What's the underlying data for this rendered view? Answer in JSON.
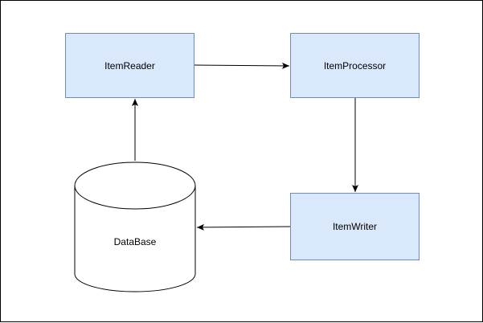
{
  "diagram": {
    "nodes": {
      "item_reader": "ItemReader",
      "item_processor": "ItemProcessor",
      "item_writer": "ItemWriter",
      "database": "DataBase"
    },
    "edges": [
      {
        "from": "item_reader",
        "to": "item_processor"
      },
      {
        "from": "item_processor",
        "to": "item_writer"
      },
      {
        "from": "item_writer",
        "to": "database"
      },
      {
        "from": "database",
        "to": "item_reader"
      }
    ],
    "colors": {
      "node_fill": "#dae8fc",
      "node_stroke": "#6c8ebf",
      "edge": "#000000"
    }
  }
}
